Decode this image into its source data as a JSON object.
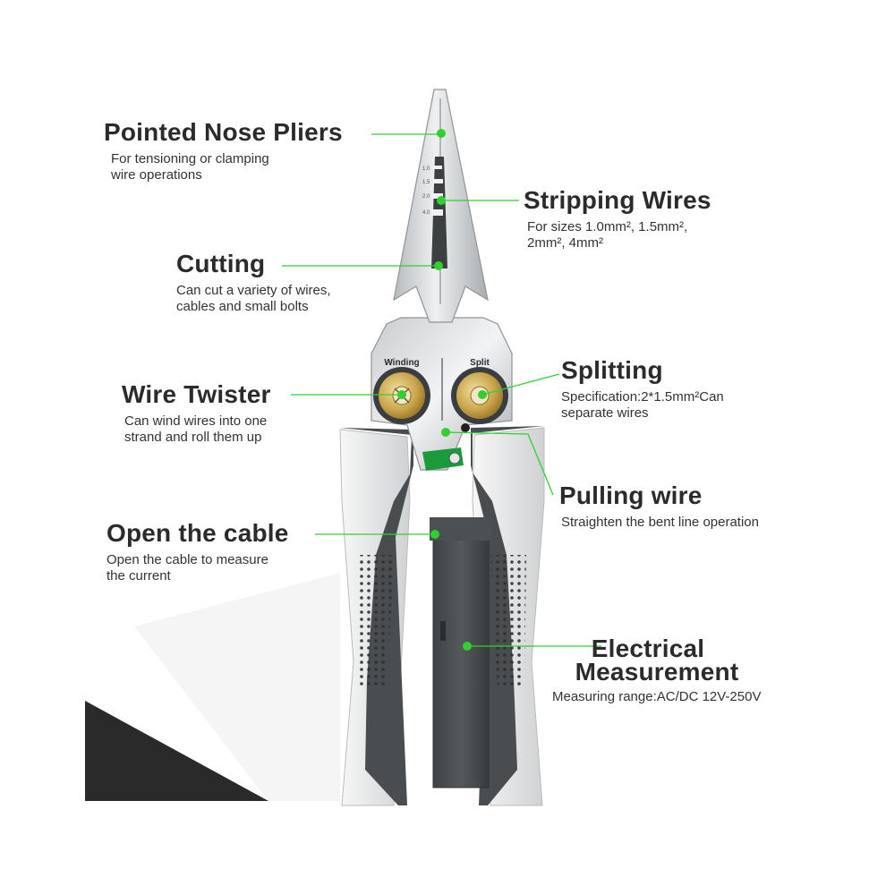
{
  "features": {
    "pointed_nose": {
      "title": "Pointed Nose Pliers",
      "desc1": "For tensioning or clamping",
      "desc2": "wire operations"
    },
    "stripping": {
      "title": "Stripping Wires",
      "desc1": "For sizes 1.0mm², 1.5mm²,",
      "desc2": "2mm², 4mm²"
    },
    "cutting": {
      "title": "Cutting",
      "desc1": "Can cut a variety of wires,",
      "desc2": "cables and small bolts"
    },
    "splitting": {
      "title": "Splitting",
      "desc1": "Specification:2*1.5mm²Can",
      "desc2": "separate wires"
    },
    "wire_twister": {
      "title": "Wire Twister",
      "desc1": "Can wind wires into one",
      "desc2": "strand and roll them up"
    },
    "pulling": {
      "title": "Pulling wire",
      "desc1": "Straighten the bent line operation"
    },
    "open_cable": {
      "title": "Open the cable",
      "desc1": "Open the cable to measure",
      "desc2": "the current"
    },
    "electrical": {
      "title1": "Electrical",
      "title2": "Measurement",
      "desc1": "Measuring range:AC/DC 12V-250V"
    }
  },
  "tool_labels": {
    "winding": "Winding",
    "split": "Split"
  },
  "colors": {
    "accent": "#2fd12f",
    "handle_dark": "#4a4d50",
    "handle_light": "#e9eaeb",
    "brass": "#c9a54a",
    "clip_green": "#1a9a3a"
  }
}
